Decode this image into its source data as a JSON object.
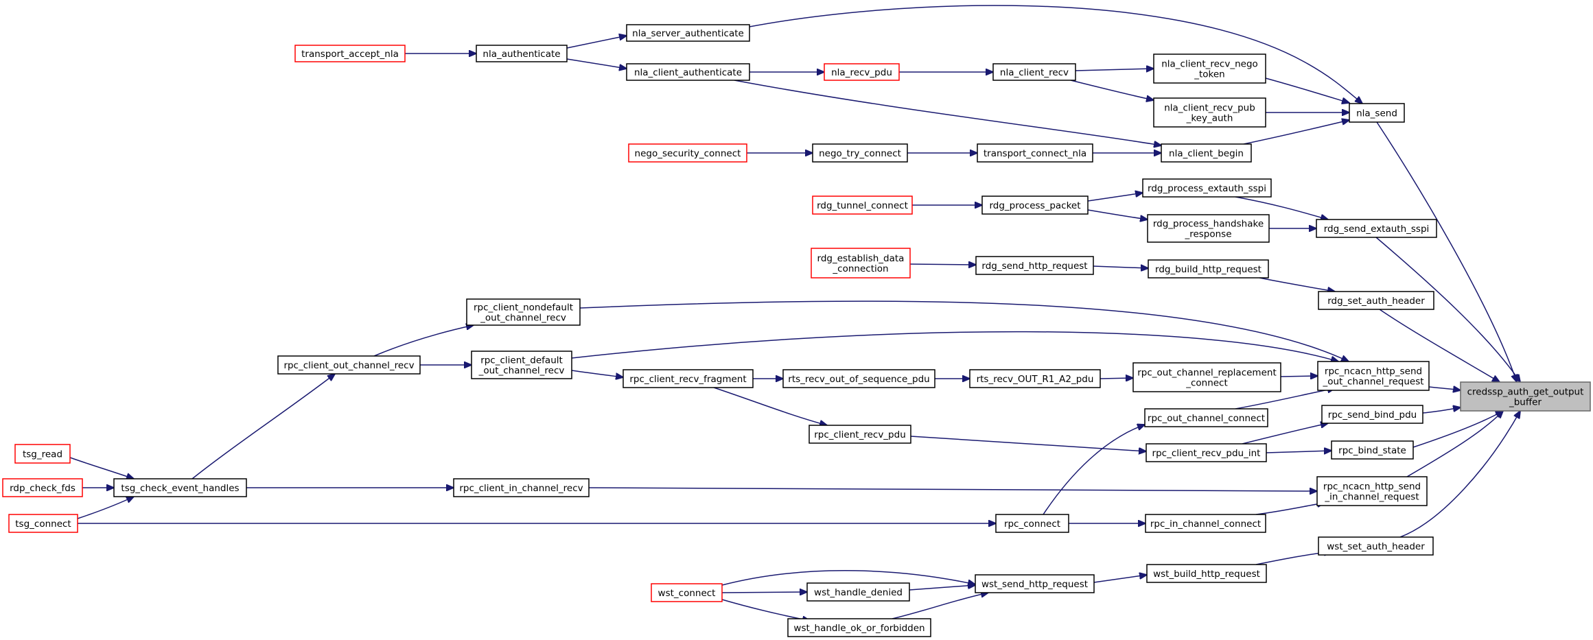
{
  "graph": {
    "title": "",
    "colors": {
      "edge": "#191970",
      "node_border": "#000000",
      "truncated_border": "#ff0000",
      "root_fill": "#bfbfbf",
      "root_border": "#666666"
    },
    "nodes": {
      "transport_accept_nla": {
        "lines": [
          "transport_accept_nla"
        ],
        "truncated": true
      },
      "nla_authenticate": {
        "lines": [
          "nla_authenticate"
        ]
      },
      "nla_server_authenticate": {
        "lines": [
          "nla_server_authenticate"
        ]
      },
      "nla_client_authenticate": {
        "lines": [
          "nla_client_authenticate"
        ]
      },
      "nla_recv_pdu": {
        "lines": [
          "nla_recv_pdu"
        ],
        "truncated": true
      },
      "nla_client_recv": {
        "lines": [
          "nla_client_recv"
        ]
      },
      "nla_client_recv_nego_token": {
        "lines": [
          "nla_client_recv_nego",
          "_token"
        ]
      },
      "nla_client_recv_pub_key_auth": {
        "lines": [
          "nla_client_recv_pub",
          "_key_auth"
        ]
      },
      "nla_send": {
        "lines": [
          "nla_send"
        ]
      },
      "nego_security_connect": {
        "lines": [
          "nego_security_connect"
        ],
        "truncated": true
      },
      "nego_try_connect": {
        "lines": [
          "nego_try_connect"
        ]
      },
      "transport_connect_nla": {
        "lines": [
          "transport_connect_nla"
        ]
      },
      "nla_client_begin": {
        "lines": [
          "nla_client_begin"
        ]
      },
      "rdg_tunnel_connect": {
        "lines": [
          "rdg_tunnel_connect"
        ],
        "truncated": true
      },
      "rdg_process_packet": {
        "lines": [
          "rdg_process_packet"
        ]
      },
      "rdg_process_extauth_sspi": {
        "lines": [
          "rdg_process_extauth_sspi"
        ]
      },
      "rdg_process_handshake_response": {
        "lines": [
          "rdg_process_handshake",
          "_response"
        ]
      },
      "rdg_send_extauth_sspi": {
        "lines": [
          "rdg_send_extauth_sspi"
        ]
      },
      "rdg_establish_data_connection": {
        "lines": [
          "rdg_establish_data",
          "_connection"
        ],
        "truncated": true
      },
      "rdg_send_http_request": {
        "lines": [
          "rdg_send_http_request"
        ]
      },
      "rdg_build_http_request": {
        "lines": [
          "rdg_build_http_request"
        ]
      },
      "rdg_set_auth_header": {
        "lines": [
          "rdg_set_auth_header"
        ]
      },
      "rpc_client_nondefault_out_channel_recv": {
        "lines": [
          "rpc_client_nondefault",
          "_out_channel_recv"
        ]
      },
      "rpc_client_out_channel_recv": {
        "lines": [
          "rpc_client_out_channel_recv"
        ]
      },
      "rpc_client_default_out_channel_recv": {
        "lines": [
          "rpc_client_default",
          "_out_channel_recv"
        ]
      },
      "rpc_client_recv_fragment": {
        "lines": [
          "rpc_client_recv_fragment"
        ]
      },
      "rts_recv_out_of_sequence_pdu": {
        "lines": [
          "rts_recv_out_of_sequence_pdu"
        ]
      },
      "rts_recv_OUT_R1_A2_pdu": {
        "lines": [
          "rts_recv_OUT_R1_A2_pdu"
        ]
      },
      "rpc_out_channel_replacement_connect": {
        "lines": [
          "rpc_out_channel_replacement",
          "_connect"
        ]
      },
      "rpc_ncacn_http_send_out_channel_request": {
        "lines": [
          "rpc_ncacn_http_send",
          "_out_channel_request"
        ]
      },
      "credssp_auth_get_output_buffer": {
        "lines": [
          "credssp_auth_get_output",
          "_buffer"
        ],
        "root": true
      },
      "rpc_out_channel_connect": {
        "lines": [
          "rpc_out_channel_connect"
        ]
      },
      "rpc_send_bind_pdu": {
        "lines": [
          "rpc_send_bind_pdu"
        ]
      },
      "rpc_client_recv_pdu": {
        "lines": [
          "rpc_client_recv_pdu"
        ]
      },
      "rpc_client_recv_pdu_int": {
        "lines": [
          "rpc_client_recv_pdu_int"
        ]
      },
      "rpc_bind_state": {
        "lines": [
          "rpc_bind_state"
        ]
      },
      "tsg_read": {
        "lines": [
          "tsg_read"
        ],
        "truncated": true
      },
      "rdp_check_fds": {
        "lines": [
          "rdp_check_fds"
        ],
        "truncated": true
      },
      "tsg_check_event_handles": {
        "lines": [
          "tsg_check_event_handles"
        ]
      },
      "rpc_client_in_channel_recv": {
        "lines": [
          "rpc_client_in_channel_recv"
        ]
      },
      "rpc_ncacn_http_send_in_channel_request": {
        "lines": [
          "rpc_ncacn_http_send",
          "_in_channel_request"
        ]
      },
      "tsg_connect": {
        "lines": [
          "tsg_connect"
        ],
        "truncated": true
      },
      "rpc_connect": {
        "lines": [
          "rpc_connect"
        ]
      },
      "rpc_in_channel_connect": {
        "lines": [
          "rpc_in_channel_connect"
        ]
      },
      "wst_set_auth_header": {
        "lines": [
          "wst_set_auth_header"
        ]
      },
      "wst_connect": {
        "lines": [
          "wst_connect"
        ],
        "truncated": true
      },
      "wst_handle_denied": {
        "lines": [
          "wst_handle_denied"
        ]
      },
      "wst_send_http_request": {
        "lines": [
          "wst_send_http_request"
        ]
      },
      "wst_build_http_request": {
        "lines": [
          "wst_build_http_request"
        ]
      },
      "wst_handle_ok_or_forbidden": {
        "lines": [
          "wst_handle_ok_or_forbidden"
        ]
      }
    },
    "edges": [
      [
        "transport_accept_nla",
        "nla_authenticate"
      ],
      [
        "nla_authenticate",
        "nla_server_authenticate"
      ],
      [
        "nla_authenticate",
        "nla_client_authenticate"
      ],
      [
        "nla_server_authenticate",
        "nla_send"
      ],
      [
        "nla_client_authenticate",
        "nla_recv_pdu"
      ],
      [
        "nla_client_authenticate",
        "nla_client_begin"
      ],
      [
        "nla_recv_pdu",
        "nla_client_recv"
      ],
      [
        "nla_client_recv",
        "nla_client_recv_nego_token"
      ],
      [
        "nla_client_recv",
        "nla_client_recv_pub_key_auth"
      ],
      [
        "nla_client_recv_nego_token",
        "nla_send"
      ],
      [
        "nla_client_recv_pub_key_auth",
        "nla_send"
      ],
      [
        "nla_client_begin",
        "nla_send"
      ],
      [
        "nla_send",
        "credssp_auth_get_output_buffer"
      ],
      [
        "nego_security_connect",
        "nego_try_connect"
      ],
      [
        "nego_try_connect",
        "transport_connect_nla"
      ],
      [
        "transport_connect_nla",
        "nla_client_begin"
      ],
      [
        "rdg_tunnel_connect",
        "rdg_process_packet"
      ],
      [
        "rdg_process_packet",
        "rdg_process_extauth_sspi"
      ],
      [
        "rdg_process_packet",
        "rdg_process_handshake_response"
      ],
      [
        "rdg_process_extauth_sspi",
        "rdg_send_extauth_sspi"
      ],
      [
        "rdg_process_handshake_response",
        "rdg_send_extauth_sspi"
      ],
      [
        "rdg_send_extauth_sspi",
        "credssp_auth_get_output_buffer"
      ],
      [
        "rdg_establish_data_connection",
        "rdg_send_http_request"
      ],
      [
        "rdg_send_http_request",
        "rdg_build_http_request"
      ],
      [
        "rdg_build_http_request",
        "rdg_set_auth_header"
      ],
      [
        "rdg_set_auth_header",
        "credssp_auth_get_output_buffer"
      ],
      [
        "rpc_client_out_channel_recv",
        "rpc_client_nondefault_out_channel_recv"
      ],
      [
        "rpc_client_out_channel_recv",
        "rpc_client_default_out_channel_recv"
      ],
      [
        "rpc_client_nondefault_out_channel_recv",
        "rpc_ncacn_http_send_out_channel_request"
      ],
      [
        "rpc_client_default_out_channel_recv",
        "rpc_ncacn_http_send_out_channel_request"
      ],
      [
        "rpc_client_default_out_channel_recv",
        "rpc_client_recv_fragment"
      ],
      [
        "rpc_client_recv_fragment",
        "rts_recv_out_of_sequence_pdu"
      ],
      [
        "rpc_client_recv_fragment",
        "rpc_client_recv_pdu"
      ],
      [
        "rts_recv_out_of_sequence_pdu",
        "rts_recv_OUT_R1_A2_pdu"
      ],
      [
        "rts_recv_OUT_R1_A2_pdu",
        "rpc_out_channel_replacement_connect"
      ],
      [
        "rpc_out_channel_replacement_connect",
        "rpc_ncacn_http_send_out_channel_request"
      ],
      [
        "rpc_out_channel_connect",
        "rpc_ncacn_http_send_out_channel_request"
      ],
      [
        "rpc_ncacn_http_send_out_channel_request",
        "credssp_auth_get_output_buffer"
      ],
      [
        "rpc_client_recv_pdu",
        "rpc_client_recv_pdu_int"
      ],
      [
        "rpc_client_recv_pdu_int",
        "rpc_send_bind_pdu"
      ],
      [
        "rpc_client_recv_pdu_int",
        "rpc_bind_state"
      ],
      [
        "rpc_send_bind_pdu",
        "credssp_auth_get_output_buffer"
      ],
      [
        "rpc_bind_state",
        "credssp_auth_get_output_buffer"
      ],
      [
        "tsg_read",
        "tsg_check_event_handles"
      ],
      [
        "rdp_check_fds",
        "tsg_check_event_handles"
      ],
      [
        "tsg_connect",
        "tsg_check_event_handles"
      ],
      [
        "tsg_check_event_handles",
        "rpc_client_out_channel_recv"
      ],
      [
        "tsg_check_event_handles",
        "rpc_client_in_channel_recv"
      ],
      [
        "rpc_client_in_channel_recv",
        "rpc_ncacn_http_send_in_channel_request"
      ],
      [
        "tsg_connect",
        "rpc_connect"
      ],
      [
        "rpc_connect",
        "rpc_out_channel_connect"
      ],
      [
        "rpc_connect",
        "rpc_in_channel_connect"
      ],
      [
        "rpc_in_channel_connect",
        "rpc_ncacn_http_send_in_channel_request"
      ],
      [
        "rpc_ncacn_http_send_in_channel_request",
        "credssp_auth_get_output_buffer"
      ],
      [
        "wst_set_auth_header",
        "credssp_auth_get_output_buffer"
      ],
      [
        "wst_connect",
        "wst_handle_denied"
      ],
      [
        "wst_connect",
        "wst_send_http_request"
      ],
      [
        "wst_connect",
        "wst_handle_ok_or_forbidden"
      ],
      [
        "wst_handle_denied",
        "wst_send_http_request"
      ],
      [
        "wst_handle_ok_or_forbidden",
        "wst_send_http_request"
      ],
      [
        "wst_send_http_request",
        "wst_build_http_request"
      ],
      [
        "wst_build_http_request",
        "wst_set_auth_header"
      ]
    ]
  }
}
